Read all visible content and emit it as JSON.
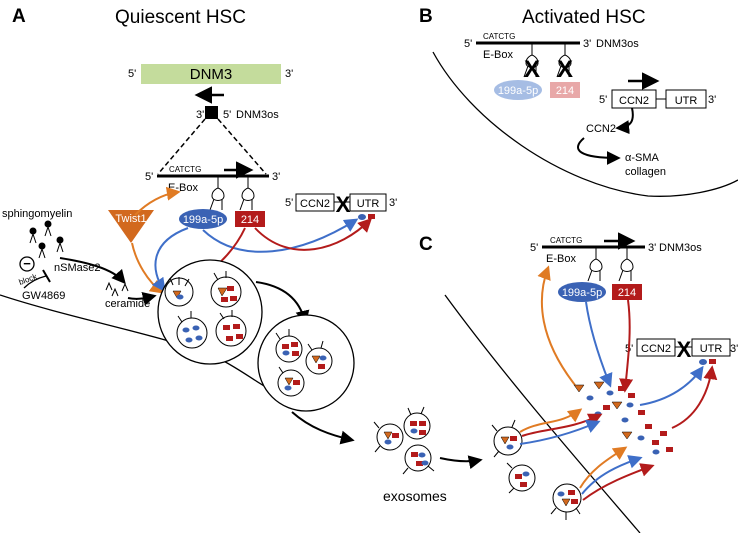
{
  "panels": {
    "a": {
      "letter": "A",
      "title": "Quiescent HSC"
    },
    "b": {
      "letter": "B",
      "title": "Activated HSC"
    },
    "c": {
      "letter": "C"
    }
  },
  "genes": {
    "dnm3": "DNM3",
    "dnm3os": "DNM3os",
    "ebox": "E-Box",
    "ebox_seq": "CATCTG",
    "ccn2": "CCN2",
    "utr": "UTR",
    "mir199": "199a-5p",
    "mir214": "214",
    "twist1": "Twist1"
  },
  "strand": {
    "five": "5'",
    "three": "3'"
  },
  "labels": {
    "sphingomyelin": "sphingomyelin",
    "nsmase2": "nSMase2",
    "block": "block",
    "minus": "−",
    "gw4869": "GW4869",
    "ceramide": "ceramide",
    "exosomes": "exosomes",
    "ccn2_product": "CCN2",
    "sma": "α-SMA",
    "collagen": "collagen"
  },
  "colors": {
    "dnm3_box": "#c4dc9c",
    "mir199": "#3a62b4",
    "mir199_faded": "#a6bde4",
    "mir214": "#b31b1b",
    "mir214_faded": "#e8a8a8",
    "twist1": "#d2691e",
    "arrow_blue": "#3f6fc9",
    "arrow_red": "#b31b1b",
    "arrow_orange": "#e07b24"
  }
}
